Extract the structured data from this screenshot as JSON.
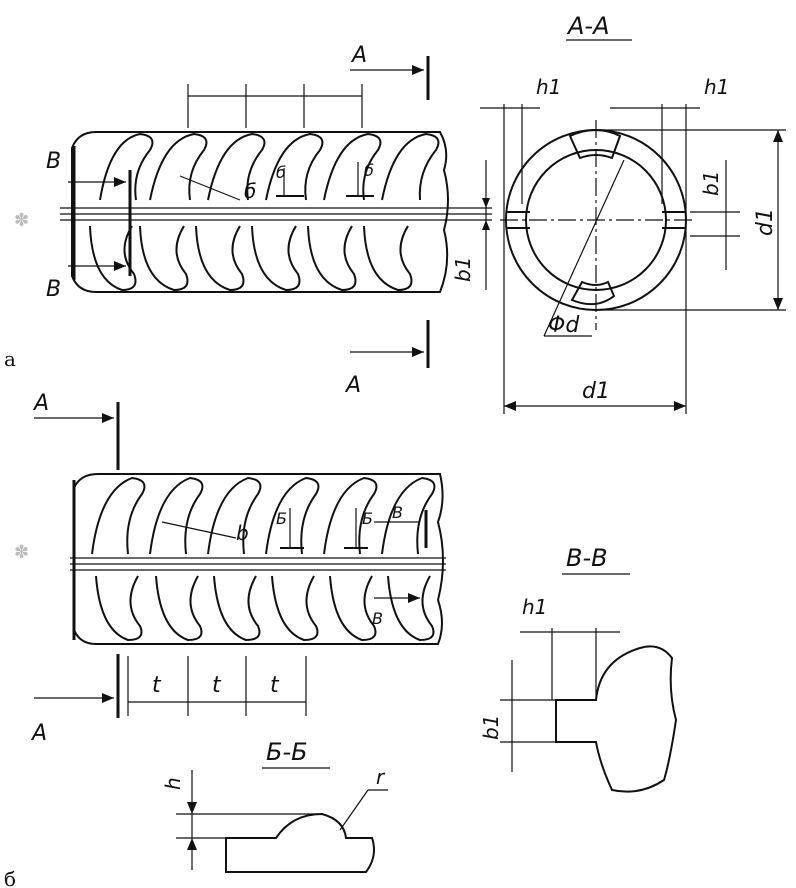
{
  "figure_a": {
    "caption": "а",
    "section_title": "А-А",
    "cut_letter_top": "А",
    "cut_letter_bottom": "А",
    "section_b_left_top": "В",
    "section_b_left_bottom": "В",
    "callout_b": "б",
    "callout_b1": "б",
    "callout_b2": "б",
    "dim_b1_side": "b1",
    "dim_h1_left": "h1",
    "dim_h1_right": "h1",
    "dim_b1_section": "b1",
    "dim_d1_vertical": "d1",
    "dim_d1_horizontal": "d1",
    "dim_phi_d": "Φd"
  },
  "figure_b": {
    "caption": "б",
    "cut_letter_top": "А",
    "cut_letter_bottom": "А",
    "callout_b": "b",
    "callout_b1": "Б",
    "callout_b2": "Б",
    "callout_v_top": "В",
    "callout_v_bottom": "В",
    "pitch_labels": [
      "t",
      "t",
      "t"
    ],
    "section_vv_title": "В-В",
    "section_vv_h1": "h1",
    "section_vv_b1": "b1",
    "section_bb_title": "Б-Б",
    "section_bb_h": "h",
    "section_bb_r": "r"
  }
}
